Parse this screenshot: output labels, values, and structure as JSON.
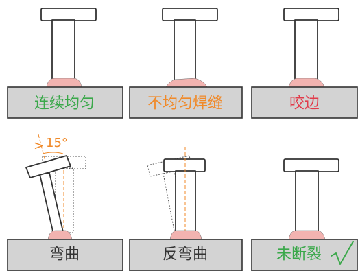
{
  "colors": {
    "green": "#3aa84a",
    "orange": "#f08a2a",
    "red": "#e23b4a",
    "plate": "#d3d3d3",
    "weld": "#f2b3b0"
  },
  "panels": [
    {
      "label": "连续均匀",
      "color": "green"
    },
    {
      "label": "不均匀焊缝",
      "color": "orange"
    },
    {
      "label": "咬边",
      "color": "red"
    },
    {
      "label": "弯曲",
      "color": "dark"
    },
    {
      "label": "反弯曲",
      "color": "dark"
    },
    {
      "label": "未断裂",
      "color": "green"
    }
  ],
  "annotation": {
    "angle_label": "15°",
    "gt_symbol": ">",
    "checkmark_icon": "checkmark-icon"
  }
}
